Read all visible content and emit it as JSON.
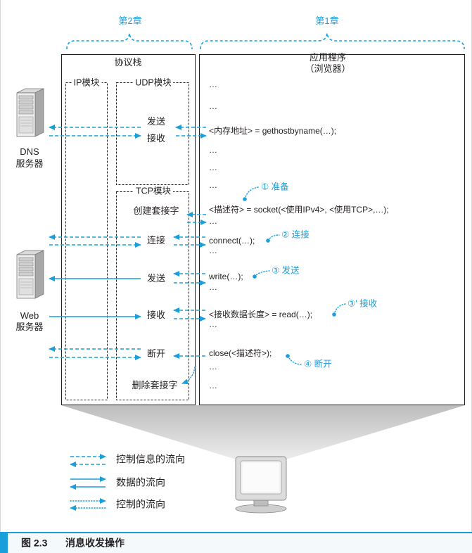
{
  "colors": {
    "accent": "#1a9fdb",
    "text": "#231f20"
  },
  "chapters": {
    "left": "第2章",
    "right": "第1章"
  },
  "stack": {
    "title": "协议栈",
    "modules": {
      "ip": "IP模块",
      "udp": "UDP模块",
      "tcp": "TCP模块"
    },
    "ops": [
      "发送",
      "接收",
      "创建套接字",
      "连接",
      "发送",
      "接收",
      "断开",
      "删除套接字"
    ]
  },
  "app": {
    "title": "应用程序",
    "subtitle": "（浏览器）",
    "lines": [
      "…",
      "…",
      "<内存地址> = gethostbyname(…);",
      "…",
      "…",
      "…",
      "<描述符> = socket(<使用IPv4>, <使用TCP>,…);",
      "…",
      "connect(…);",
      "…",
      "write(…);",
      "…",
      "<接收数据长度> = read(…);",
      "…",
      "close(<描述符>);",
      "…",
      "…"
    ]
  },
  "steps": [
    "① 准备",
    "② 连接",
    "③ 发送",
    "③' 接收",
    "④ 断开"
  ],
  "servers": {
    "dns": {
      "name": "DNS",
      "label": "服务器",
      "icon": "server-icon"
    },
    "web": {
      "name": "Web",
      "label": "服务器",
      "icon": "server-icon"
    }
  },
  "client": {
    "icon": "monitor-icon"
  },
  "legend": [
    "控制信息的流向",
    "数据的流向",
    "控制的流向"
  ],
  "caption": {
    "number": "图 2.3",
    "title": "消息收发操作"
  }
}
